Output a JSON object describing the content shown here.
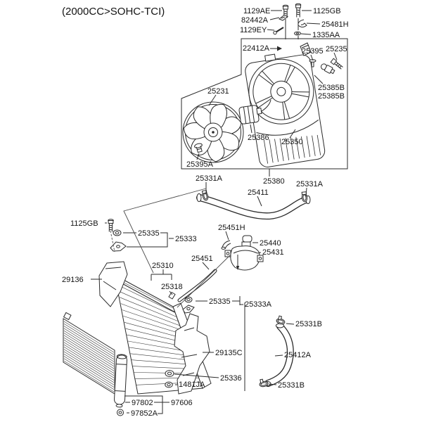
{
  "title": "(2000CC>SOHC-TCI)",
  "diagram": {
    "kind": "exploded-parts-diagram",
    "system": "engine cooling (radiator / cooling fan / hoses / reservoir / condenser)"
  },
  "colors": {
    "background": "#ffffff",
    "line": "#2a2a2a",
    "text": "#141414"
  },
  "labels": [
    {
      "text": "1129AE"
    },
    {
      "text": "1125GB"
    },
    {
      "text": "82442A"
    },
    {
      "text": "25481H"
    },
    {
      "text": "1129EY"
    },
    {
      "text": "1335AA"
    },
    {
      "text": "22412A"
    },
    {
      "text": "25395"
    },
    {
      "text": "25235"
    },
    {
      "text": "25231"
    },
    {
      "text": "25385B"
    },
    {
      "text": "25385B"
    },
    {
      "text": "25386"
    },
    {
      "text": "25350"
    },
    {
      "text": "25395A"
    },
    {
      "text": "25331A"
    },
    {
      "text": "25380"
    },
    {
      "text": "25331A"
    },
    {
      "text": "25411"
    },
    {
      "text": "25451H"
    },
    {
      "text": "1125GB"
    },
    {
      "text": "25335"
    },
    {
      "text": "25333"
    },
    {
      "text": "25440"
    },
    {
      "text": "25431"
    },
    {
      "text": "25451"
    },
    {
      "text": "25310"
    },
    {
      "text": "29136"
    },
    {
      "text": "25318"
    },
    {
      "text": "25335"
    },
    {
      "text": "25333A"
    },
    {
      "text": "25331B"
    },
    {
      "text": "29135C"
    },
    {
      "text": "25412A"
    },
    {
      "text": "25336"
    },
    {
      "text": "1481JA"
    },
    {
      "text": "25331B"
    },
    {
      "text": "97802"
    },
    {
      "text": "97606"
    },
    {
      "text": "97852A"
    }
  ]
}
